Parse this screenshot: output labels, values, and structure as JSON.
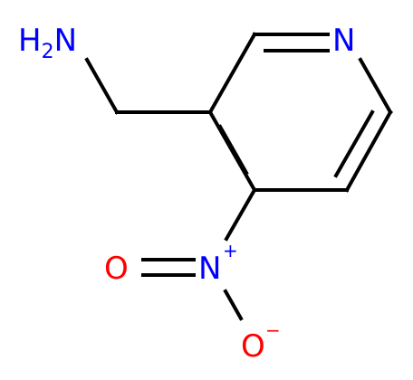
{
  "molecule": {
    "atoms": {
      "amine_group": "H2N",
      "ring_nitrogen": "N",
      "nitro_nitrogen": "N",
      "nitro_nitrogen_charge": "+",
      "double_bond_oxygen": "O",
      "single_bond_oxygen": "O",
      "oxygen_charge": "−"
    },
    "colors": {
      "bond": "#000000",
      "nitrogen": "#0000ff",
      "oxygen": "#ff0000",
      "background": "#ffffff"
    }
  }
}
